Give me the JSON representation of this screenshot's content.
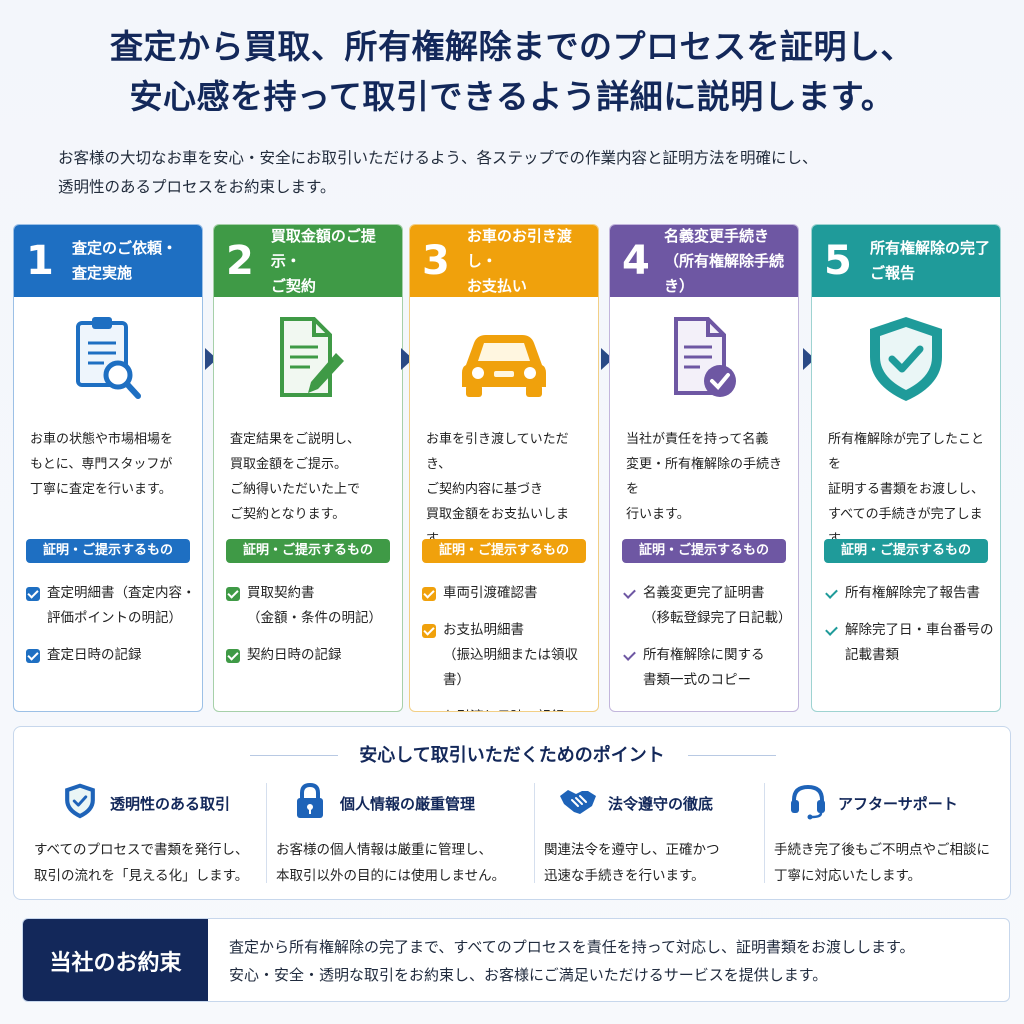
{
  "headline": {
    "line1": "査定から買取、所有権解除までのプロセスを証明し、",
    "line2": "安心感を持って取引できるよう詳細に説明します。"
  },
  "intro": {
    "line1": "お客様の大切なお車を安心・安全にお取引いただけるよう、各ステップでの作業内容と証明方法を明確にし、",
    "line2": "透明性のあるプロセスをお約束します。"
  },
  "proof_label": "証明・ご提示するもの",
  "steps": [
    {
      "num": "1",
      "title": "査定のご依頼・\n査定実施",
      "color": "#1e6fc2",
      "border": "#9cc0e6",
      "icon": "clipboard-search-icon",
      "desc": "お車の状態や市場相場を\nもとに、専門スタッフが\n丁寧に査定を行います。",
      "items": [
        "査定明細書（査定内容・\n評価ポイントの明記）",
        "査定日時の記録"
      ]
    },
    {
      "num": "2",
      "title": "買取金額のご提示・\nご契約",
      "color": "#3f9a46",
      "border": "#a6d0a9",
      "icon": "document-pen-icon",
      "desc": "査定結果をご説明し、\n買取金額をご提示。\nご納得いただいた上で\nご契約となります。",
      "items": [
        "買取契約書\n（金額・条件の明記）",
        "契約日時の記録"
      ]
    },
    {
      "num": "3",
      "title": "お車のお引き渡し・\nお支払い",
      "color": "#f0a10c",
      "border": "#f2cf86",
      "icon": "car-icon",
      "desc": "お車を引き渡していただき、\nご契約内容に基づき\n買取金額をお支払いします。",
      "items": [
        "車両引渡確認書",
        "お支払明細書\n（振込明細または領収書）",
        "お引渡し日時の記録"
      ]
    },
    {
      "num": "4",
      "title": "名義変更手続き\n（所有権解除手続き）",
      "color": "#6e57a3",
      "border": "#c2b6dc",
      "icon": "document-check-icon",
      "desc": "当社が責任を持って名義\n変更・所有権解除の手続きを\n行います。",
      "items": [
        "名義変更完了証明書\n（移転登録完了日記載）",
        "所有権解除に関する\n書類一式のコピー"
      ]
    },
    {
      "num": "5",
      "title": "所有権解除の完了\nご報告",
      "color": "#1f9b9a",
      "border": "#9ed3d1",
      "icon": "shield-check-icon",
      "desc": "所有権解除が完了したことを\n証明する書類をお渡しし、\nすべての手続きが完了します。",
      "items": [
        "所有権解除完了報告書",
        "解除完了日・車台番号の\n記載書類"
      ]
    }
  ],
  "points": {
    "title": "安心して取引いただくためのポイント",
    "items": [
      {
        "icon": "shield-check-icon",
        "title": "透明性のある取引",
        "desc": "すべてのプロセスで書類を発行し、\n取引の流れを「見える化」します。"
      },
      {
        "icon": "lock-icon",
        "title": "個人情報の厳重管理",
        "desc": "お客様の個人情報は厳重に管理し、\n本取引以外の目的には使用しません。"
      },
      {
        "icon": "handshake-icon",
        "title": "法令遵守の徹底",
        "desc": "関連法令を遵守し、正確かつ\n迅速な手続きを行います。"
      },
      {
        "icon": "headset-icon",
        "title": "アフターサポート",
        "desc": "手続き完了後もご不明点やご相談に\n丁寧に対応いたします。"
      }
    ]
  },
  "promise": {
    "badge": "当社のお約束",
    "text": "査定から所有権解除の完了まで、すべてのプロセスを責任を持って対応し、証明書類をお渡しします。\n安心・安全・透明な取引をお約束し、お客様にご満足いただけるサービスを提供します。"
  }
}
